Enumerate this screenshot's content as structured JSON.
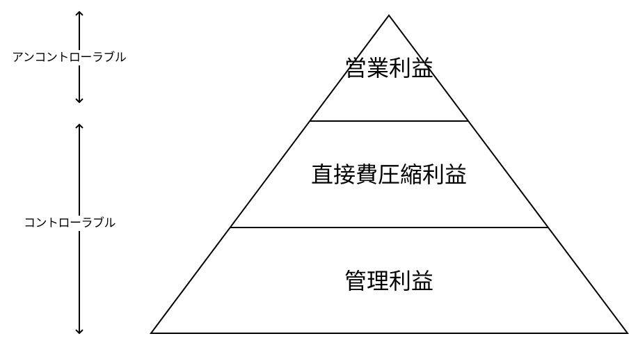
{
  "side_labels": {
    "uncontrollable": "アンコントローラブル",
    "controllable": "コントローラブル"
  },
  "pyramid": {
    "tiers": [
      {
        "label": "営業利益"
      },
      {
        "label": "直接費圧縮利益"
      },
      {
        "label": "管理利益"
      }
    ]
  },
  "colors": {
    "line": "#000000",
    "background": "#ffffff"
  }
}
